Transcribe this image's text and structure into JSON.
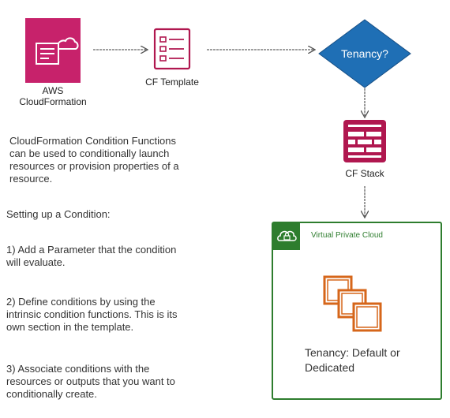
{
  "nodes": {
    "cloudformation": {
      "label": "AWS\nCloudFormation",
      "icon": "cloudformation-icon",
      "color": "#c7226b"
    },
    "cf_template": {
      "label": "CF Template",
      "icon": "template-document-icon",
      "color": "#b0174f"
    },
    "tenancy": {
      "label": "Tenancy?",
      "color": "#1f6fb5"
    },
    "cf_stack": {
      "label": "CF Stack",
      "icon": "stack-icon",
      "color": "#b0174f"
    },
    "vpc": {
      "title": "Virtual Private Cloud",
      "icon": "cloud-lock-icon",
      "color": "#2e7d2e"
    },
    "instances": {
      "icon": "instances-icon",
      "color": "#d6661a"
    },
    "tenancy_result": "Tenancy: Default or\nDedicated"
  },
  "text": {
    "intro": "CloudFormation Condition Functions\ncan be used to conditionally launch\nresources or provision properties of a\nresource.",
    "setup_heading": "Setting up a Condition:",
    "step1": "1) Add a Parameter that the condition\nwill evaluate.",
    "step2": "2) Define conditions by using the\nintrinsic condition functions. This is its\nown section in the template.",
    "step3": "3) Associate conditions with the\nresources or outputs that you want to\nconditionally create."
  }
}
